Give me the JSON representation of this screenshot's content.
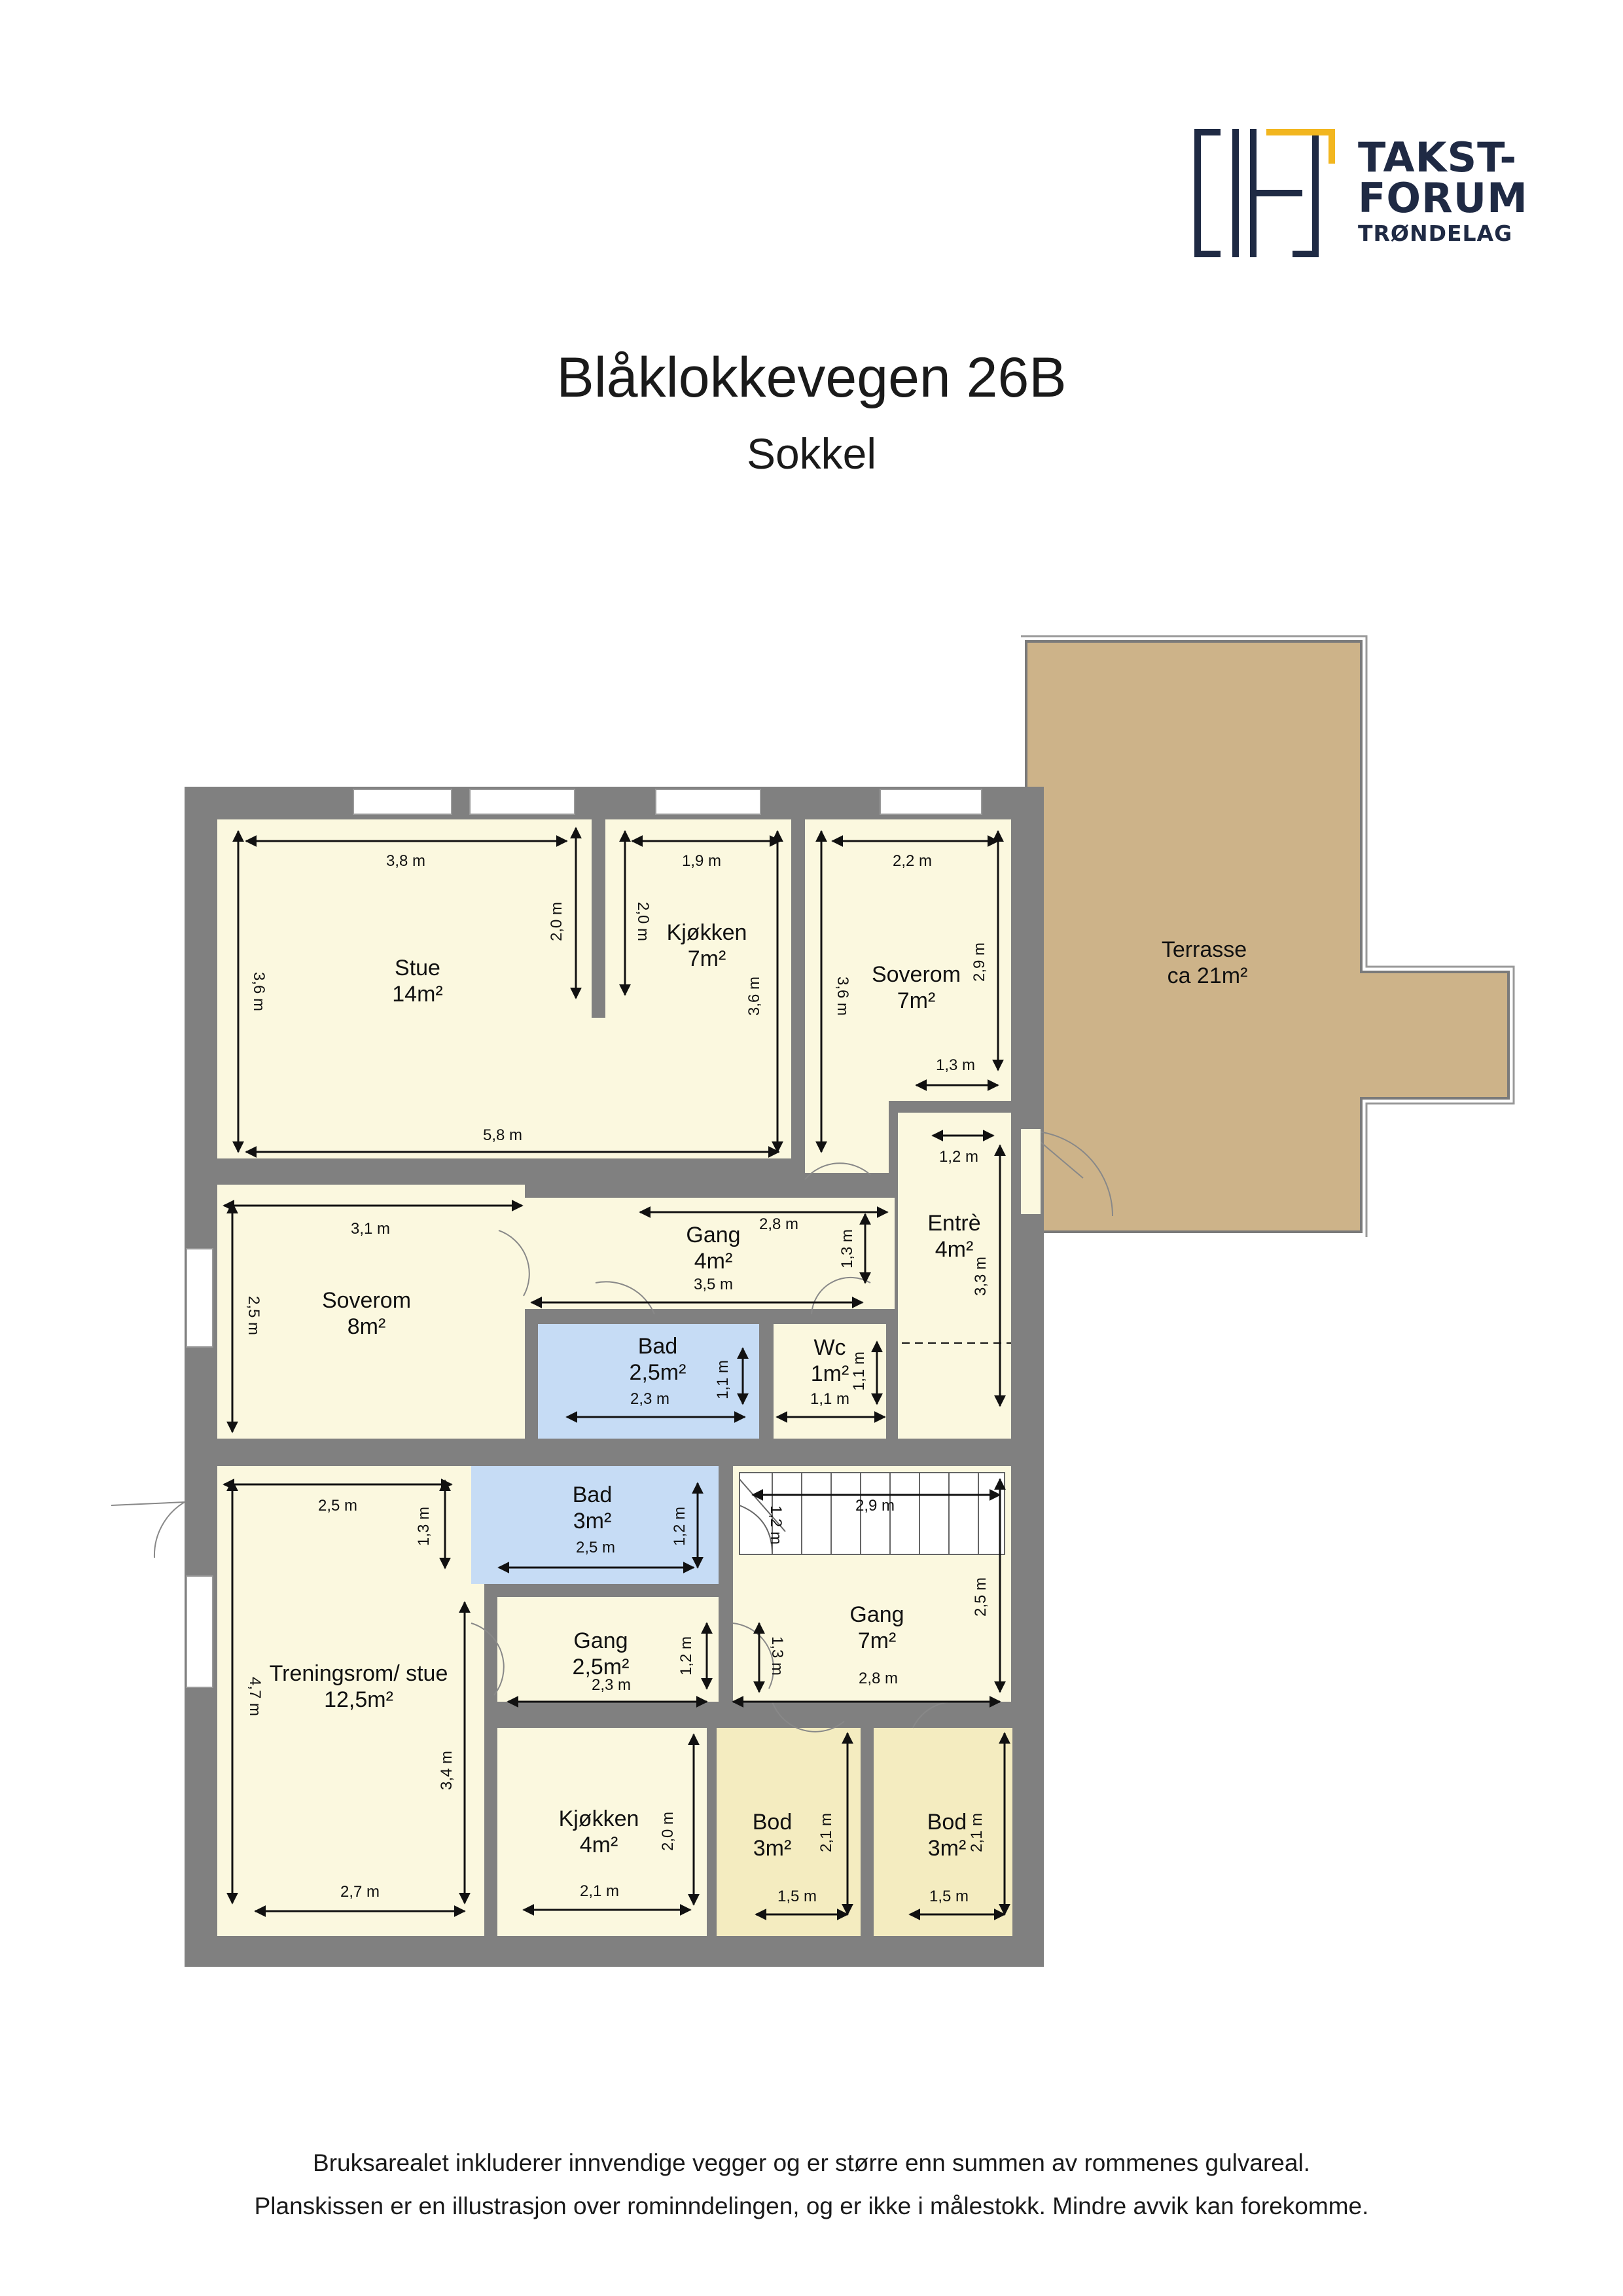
{
  "logo": {
    "line1": "TAKST-",
    "line2": "FORUM",
    "line3": "TRØNDELAG"
  },
  "title": "Blåklokkevegen 26B",
  "subtitle": "Sokkel",
  "colors": {
    "wall": "#808080",
    "room": "#fbf8df",
    "bath": "#c6dcf5",
    "storage": "#f4ecc0",
    "terrace": "#cdb389",
    "terrace_border": "#7a7a7a",
    "navy": "#1f2a44",
    "accent": "#f2b61f"
  },
  "rooms": {
    "stue": {
      "name": "Stue",
      "area": "14m²"
    },
    "kjokken1": {
      "name": "Kjøkken",
      "area": "7m²"
    },
    "soverom1": {
      "name": "Soverom",
      "area": "7m²"
    },
    "terrasse": {
      "name": "Terrasse",
      "area": "ca 21m²"
    },
    "soverom2": {
      "name": "Soverom",
      "area": "8m²"
    },
    "gang1": {
      "name": "Gang",
      "area": "4m²"
    },
    "entre": {
      "name": "Entrè",
      "area": "4m²"
    },
    "bad1": {
      "name": "Bad",
      "area": "2,5m²"
    },
    "wc": {
      "name": "Wc",
      "area": "1m²"
    },
    "bad2": {
      "name": "Bad",
      "area": "3m²"
    },
    "trening": {
      "name": "Treningsrom/ stue",
      "area": "12,5m²"
    },
    "gang2": {
      "name": "Gang",
      "area": "2,5m²"
    },
    "gang3": {
      "name": "Gang",
      "area": "7m²"
    },
    "kjokken2": {
      "name": "Kjøkken",
      "area": "4m²"
    },
    "bod1": {
      "name": "Bod",
      "area": "3m²"
    },
    "bod2": {
      "name": "Bod",
      "area": "3m²"
    }
  },
  "dims": {
    "stue_w": "3,8 m",
    "stue_inner_h": "2,0 m",
    "stue_h": "3,6 m",
    "stue_total_w": "5,8 m",
    "kjokken1_w": "1,9 m",
    "kjokken1_inner_h": "2,0 m",
    "kjokken1_h": "3,6 m",
    "soverom1_w": "2,2 m",
    "soverom1_h": "3,6 m",
    "soverom1_inner_h": "2,9 m",
    "soverom1_inner_w": "1,3 m",
    "entre_w": "1,2 m",
    "entre_h": "3,3 m",
    "soverom2_w": "3,1 m",
    "soverom2_h": "2,5 m",
    "gang1_w": "2,8 m",
    "gang1_h": "1,3 m",
    "gang1_w2": "3,5 m",
    "bad1_w": "2,3 m",
    "bad1_h": "1,1 m",
    "wc_w": "1,1 m",
    "wc_h": "1,1 m",
    "trening_w": "2,5 m",
    "trening_inner_h": "1,3 m",
    "trening_h": "4,7 m",
    "trening_inner_h2": "3,4 m",
    "trening_w2": "2,7 m",
    "bad2_w": "2,5 m",
    "bad2_h": "1,2 m",
    "stair_w": "2,9 m",
    "stair_h": "1,2 m",
    "gang3_h": "2,5 m",
    "gang3_inner_h": "1,3 m",
    "gang3_w": "2,8 m",
    "gang2_h": "1,2 m",
    "gang2_w": "2,3 m",
    "kjokken2_h": "2,0 m",
    "kjokken2_w": "2,1 m",
    "bod1_h": "2,1 m",
    "bod1_w": "1,5 m",
    "bod2_h": "2,1 m",
    "bod2_w": "1,5 m"
  },
  "footer": {
    "line1": "Bruksarealet inkluderer innvendige vegger og er større enn summen av rommenes gulvareal.",
    "line2": "Planskissen er en illustrasjon over rominndelingen, og er ikke i målestokk. Mindre avvik kan forekomme."
  }
}
